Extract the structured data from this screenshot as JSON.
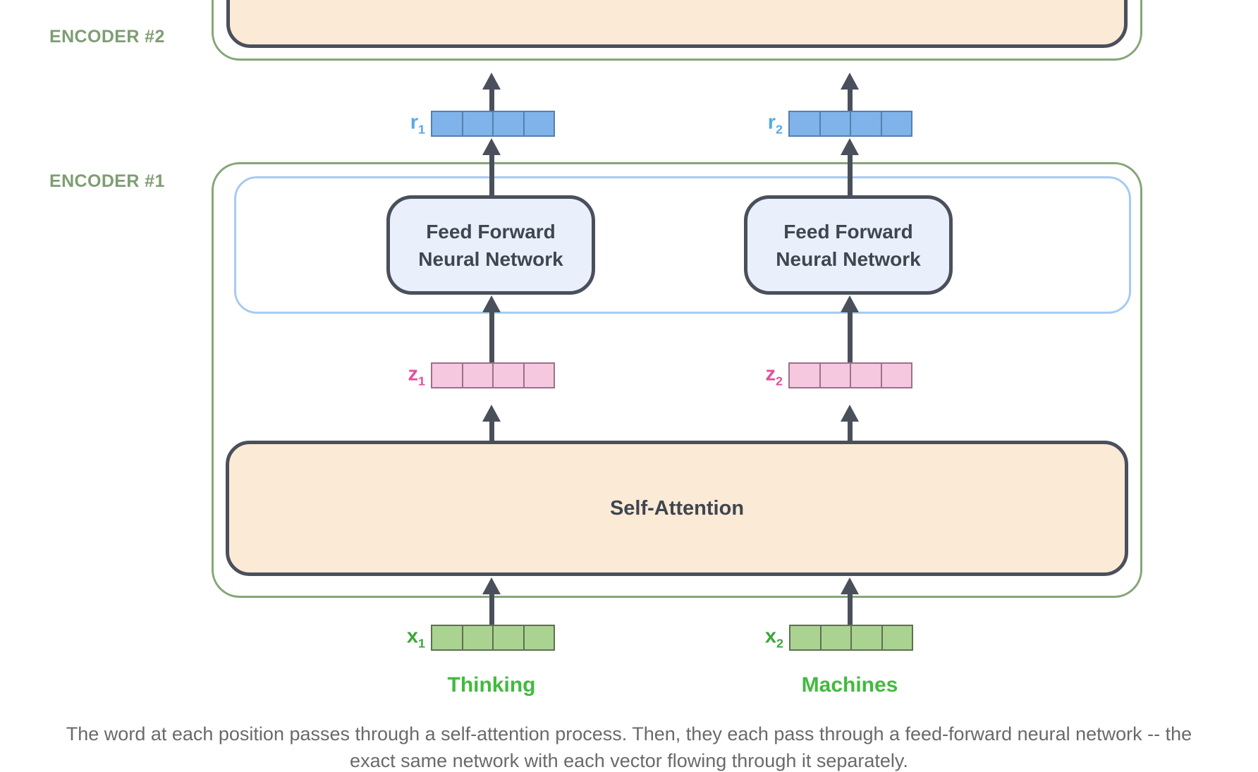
{
  "labels": {
    "encoder2": "ENCODER #2",
    "encoder1": "ENCODER #1"
  },
  "ffn": {
    "line1": "Feed Forward",
    "line2": "Neural Network"
  },
  "self_attention": "Self-Attention",
  "vectors": {
    "r1": {
      "char": "r",
      "sub": "1"
    },
    "r2": {
      "char": "r",
      "sub": "2"
    },
    "z1": {
      "char": "z",
      "sub": "1"
    },
    "z2": {
      "char": "z",
      "sub": "2"
    },
    "x1": {
      "char": "x",
      "sub": "1"
    },
    "x2": {
      "char": "x",
      "sub": "2"
    }
  },
  "words": {
    "left": "Thinking",
    "right": "Machines"
  },
  "caption": {
    "line1": "The word at each position passes through a self-attention process. Then, they each pass through a feed-forward neural network -- the",
    "line2": "exact same network with each vector flowing through it separately."
  },
  "colors": {
    "sage": "#7f9d72",
    "green_border": "#86a678",
    "dark": "#4a505b",
    "box_text": "#3e4650",
    "peach": "#fbead6",
    "ffn_fill": "#e9f0fb",
    "blue_rect_border": "#a6cbf3",
    "blue_fill": "#7fb3ea",
    "blue_border": "#5580ad",
    "r_label": "#55aae8",
    "pink_fill": "#f5c8df",
    "pink_border": "#9a7188",
    "z_label": "#e0519c",
    "green_fill": "#aad392",
    "green_cell_border": "#5e7050",
    "x_label": "#3fa53b",
    "word_green": "#42ba3e",
    "caption_gray": "#6a6a6a"
  }
}
